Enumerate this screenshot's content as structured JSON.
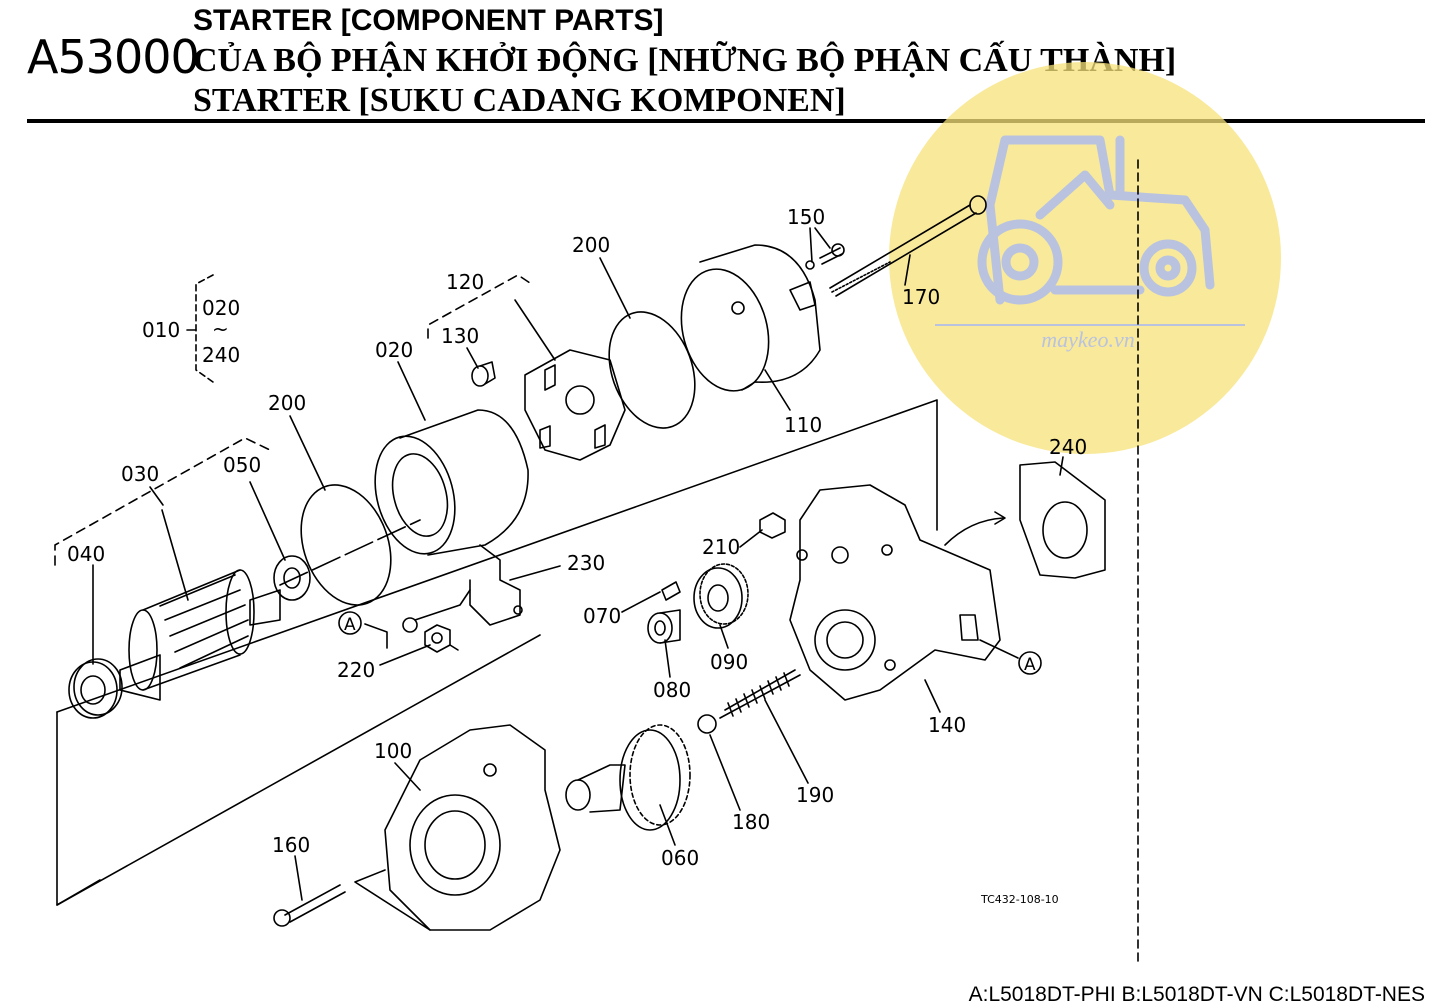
{
  "header": {
    "code": "A53000",
    "title_en": "STARTER [COMPONENT PARTS]",
    "title_vi": "CỦA BỘ PHẬN KHỞI ĐỘNG [NHỮNG BỘ PHẬN CẤU THÀNH]",
    "title_id": "STARTER [SUKU CADANG KOMPONEN]"
  },
  "watermark": {
    "text": "maykeo.vn",
    "color": "#f7e27a",
    "icon": "tractor-icon"
  },
  "callouts": {
    "c010": "010",
    "c020_top": "020",
    "range": "~",
    "c240_range": "240",
    "c020": "020",
    "c030": "030",
    "c040": "040",
    "c050": "050",
    "c060": "060",
    "c070": "070",
    "c080": "080",
    "c090": "090",
    "c100": "100",
    "c110": "110",
    "c120": "120",
    "c130": "130",
    "c140": "140",
    "c150": "150",
    "c160": "160",
    "c170": "170",
    "c180": "180",
    "c190": "190",
    "c200_left": "200",
    "c200_right": "200",
    "c210": "210",
    "c220": "220",
    "c230": "230",
    "c240": "240",
    "ref_a_left": "A",
    "ref_a_right": "A"
  },
  "drawing_code": "TC432-108-10",
  "footer": "A:L5018DT-PHI B:L5018DT-VN C:L5018DT-NES"
}
